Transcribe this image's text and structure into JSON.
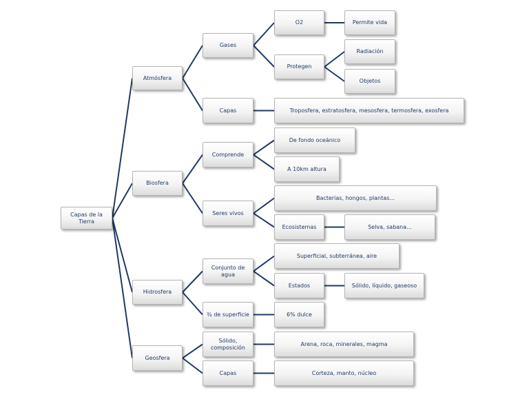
{
  "colors": {
    "connector": "#1f3864",
    "text": "#1f3864"
  },
  "diagram": {
    "root": "Capas de la Tierra",
    "atmosfera": {
      "label": "Atmósfera",
      "gases": "Gases",
      "o2": "O2",
      "permite_vida": "Permite vida",
      "protegen": "Protegen",
      "radiacion": "Radiación",
      "objetos": "Objetos",
      "capas": "Capas",
      "capas_detalle": "Troposfera, estratosfera, mesosfera, termosfera, exosfera"
    },
    "biosfera": {
      "label": "Biosfera",
      "comprende": "Comprende",
      "fondo_oceanico": "De fondo oceánico",
      "altura": "A 10km altura",
      "seres_vivos": "Seres vivos",
      "organismos": "Bacterias, hongos, plantas...",
      "ecosistemas": "Ecosistemas",
      "ecosistemas_ejemplos": "Selva, sabana..."
    },
    "hidrosfera": {
      "label": "Hidrosfera",
      "conjunto_agua": "Conjunto de agua",
      "tipos_agua": "Superficial, subterránea, aire",
      "estados": "Estados",
      "estados_detalle": "Sólido, líquido, gaseoso",
      "superficie": "¾ de superficie",
      "dulce": "6% dulce"
    },
    "geosfera": {
      "label": "Geosfera",
      "solido": "Sólido,\ncomposición",
      "materiales": "Arena, roca, minerales, magma",
      "capas": "Capas",
      "capas_detalle": "Corteza, manto, núcleo"
    }
  }
}
